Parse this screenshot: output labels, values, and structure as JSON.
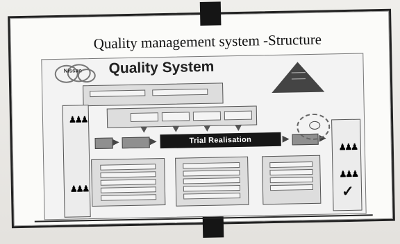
{
  "slide": {
    "title": "Quality management system -Structure"
  },
  "diagram": {
    "logo_text": "Nissan",
    "title": "Quality System",
    "main_process_label": "Trial Realisation"
  },
  "icons": {
    "people": "people-icon",
    "check": "checkmark-icon",
    "pyramid": "pyramid-icon"
  },
  "colors": {
    "dark_bar": "#161616",
    "gray_box": "#8f8f8f",
    "panel_bg": "#ececec"
  }
}
